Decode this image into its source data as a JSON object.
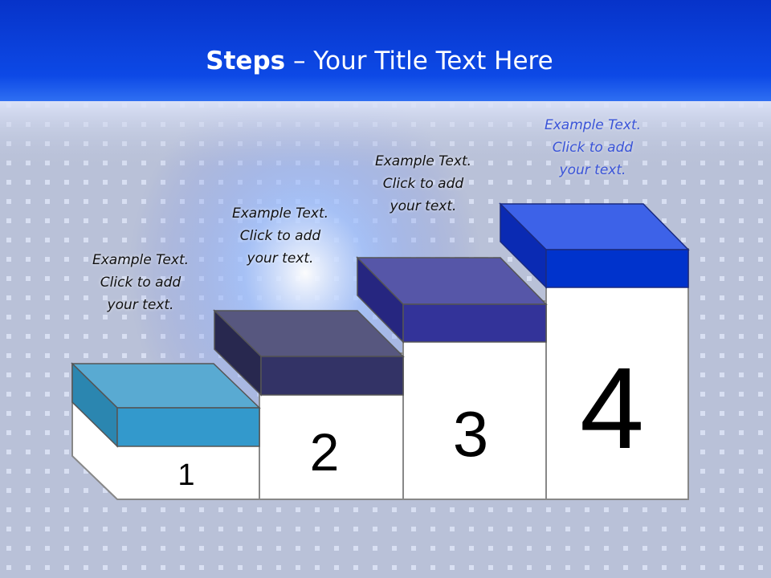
{
  "title": {
    "bold": "Steps",
    "rest": " – Your Title Text Here"
  },
  "steps": [
    {
      "number": "1",
      "caption": "Example Text.\nClick  to add\nyour text.",
      "color": "#3399cc"
    },
    {
      "number": "2",
      "caption": "Example Text.\nClick  to add\nyour text.",
      "color": "#333366"
    },
    {
      "number": "3",
      "caption": "Example Text.\nClick  to add\nyour text.",
      "color": "#333399"
    },
    {
      "number": "4",
      "caption": "Example Text.\nClick  to add\nyour text.",
      "color": "#0033cc"
    }
  ],
  "colors": {
    "header": "#0a3fd6",
    "background": "#b9c1d8"
  }
}
